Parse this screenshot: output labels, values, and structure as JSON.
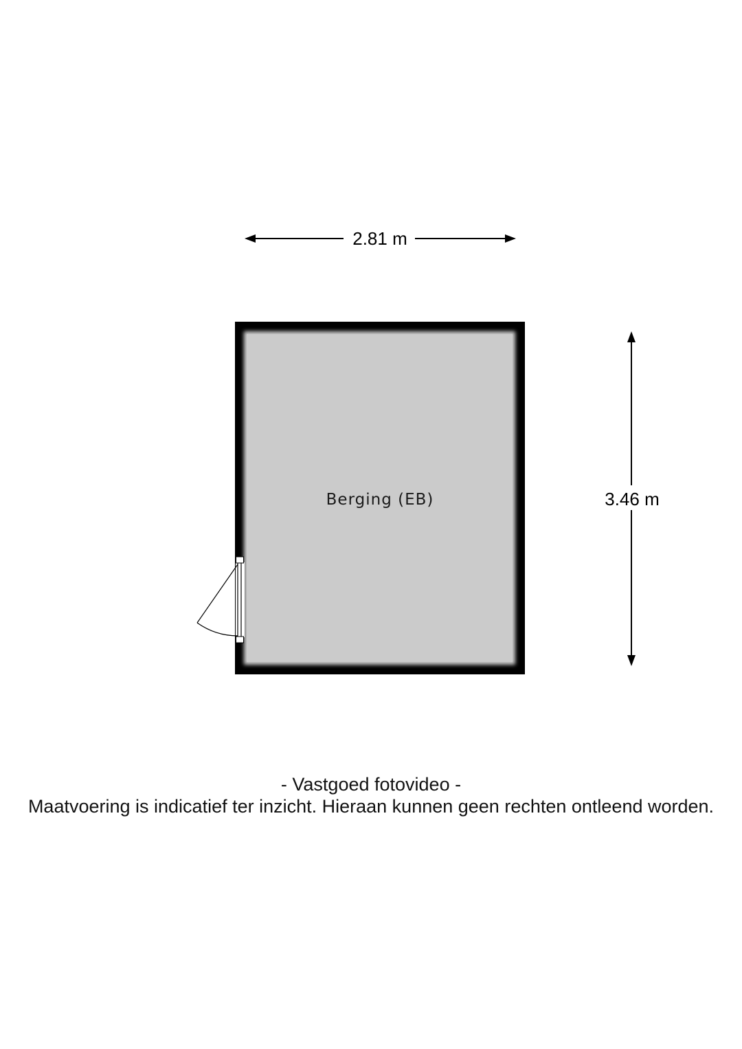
{
  "dimensions": {
    "width_label": "2.81 m",
    "height_label": "3.46 m"
  },
  "room": {
    "label": "Berging (EB)",
    "fill_color": "#cbcbcb",
    "wall_color": "#000000"
  },
  "footer": {
    "credit": "- Vastgoed fotovideo -",
    "disclaimer": "Maatvoering is indicatief ter inzicht. Hieraan kunnen geen rechten ontleend worden."
  }
}
